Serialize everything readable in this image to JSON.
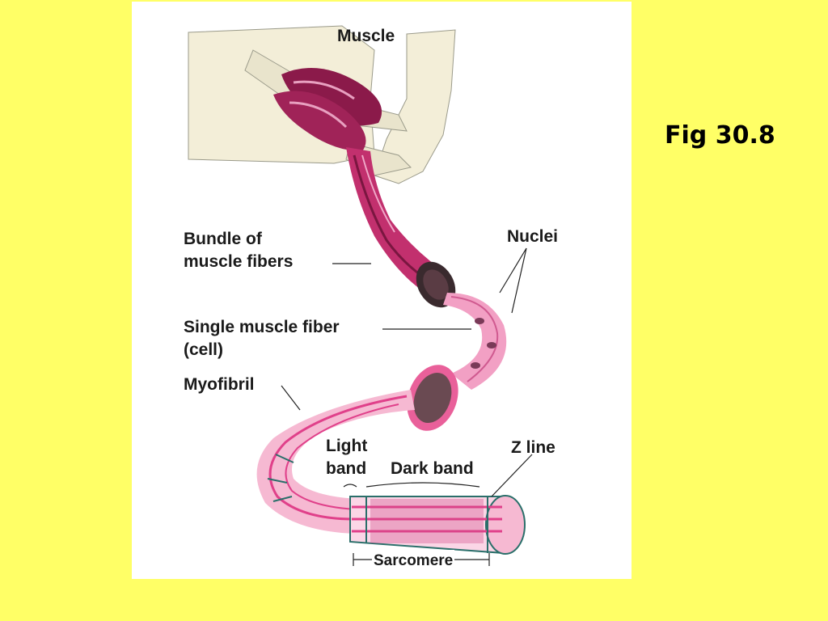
{
  "caption": "Fig 30.8",
  "diagram": {
    "labels": {
      "muscle": "Muscle",
      "bundle_line1": "Bundle of",
      "bundle_line2": "muscle fibers",
      "nuclei": "Nuclei",
      "single_line1": "Single muscle fiber",
      "single_line2": "(cell)",
      "myofibril": "Myofibril",
      "light_line1": "Light",
      "light_line2": "band",
      "dark_band": "Dark band",
      "z_line": "Z line",
      "sarcomere": "Sarcomere"
    },
    "colors": {
      "background": "#ffff66",
      "panel": "#ffffff",
      "muscle": "#8b1a4a",
      "fiber_pink": "#e8609a",
      "fiber_light": "#f6b9d2",
      "bone": "#f3eed8",
      "band_teal": "#2a6f6a"
    }
  }
}
